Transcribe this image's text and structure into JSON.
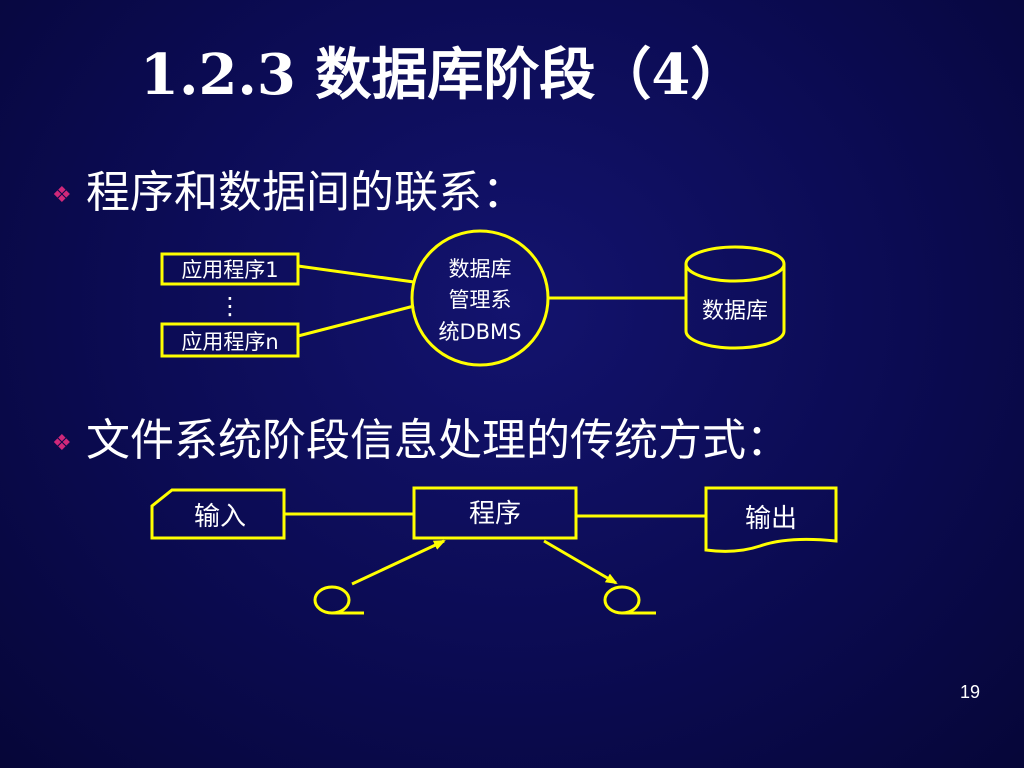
{
  "slide": {
    "title": "1.2.3  数据库阶段（4）",
    "bullets": [
      {
        "mark": "❖",
        "text": "程序和数据间的联系："
      },
      {
        "mark": "❖",
        "text": "文件系统阶段信息处理的传统方式："
      }
    ],
    "page_number": "19"
  },
  "diagram1": {
    "app_first": "应用程序1",
    "ellipsis": "⋮",
    "app_last": "应用程序n",
    "dbms": [
      "数据库",
      "管理系",
      "统DBMS"
    ],
    "database": "数据库"
  },
  "diagram2": {
    "input": "输入",
    "program": "程序",
    "output": "输出"
  },
  "colors": {
    "background": "#0b0b52",
    "shape_stroke": "#ffff00",
    "text": "#ffffff",
    "bullet": "#d0287a"
  }
}
